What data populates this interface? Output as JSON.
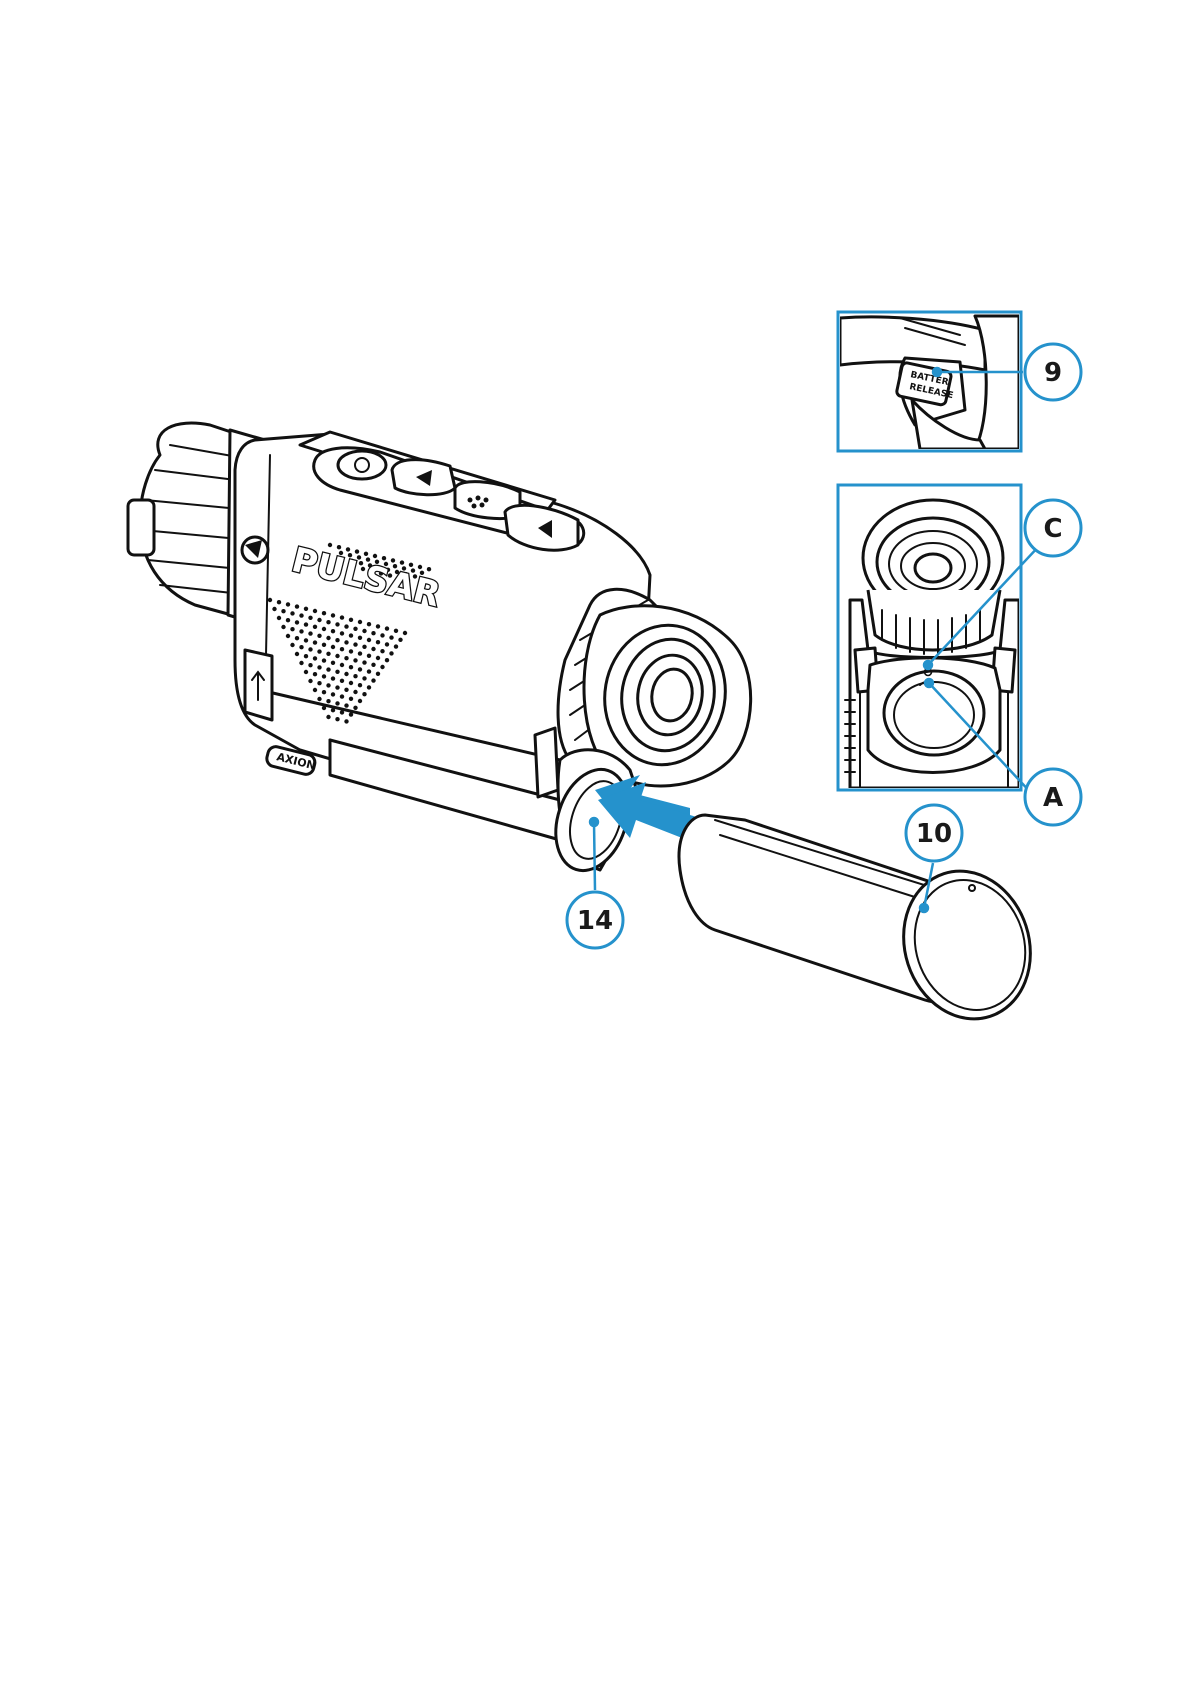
{
  "callouts": {
    "battery_release": "9",
    "mark_c": "C",
    "mark_a": "A",
    "battery": "10",
    "battery_compartment": "14"
  },
  "labels": {
    "brand": "PULSAR",
    "model": "AXION",
    "release_line1": "BATTER",
    "release_line2": "RELEASE"
  },
  "colors": {
    "accent": "#2592cc",
    "line": "#111111",
    "background": "#ffffff"
  }
}
